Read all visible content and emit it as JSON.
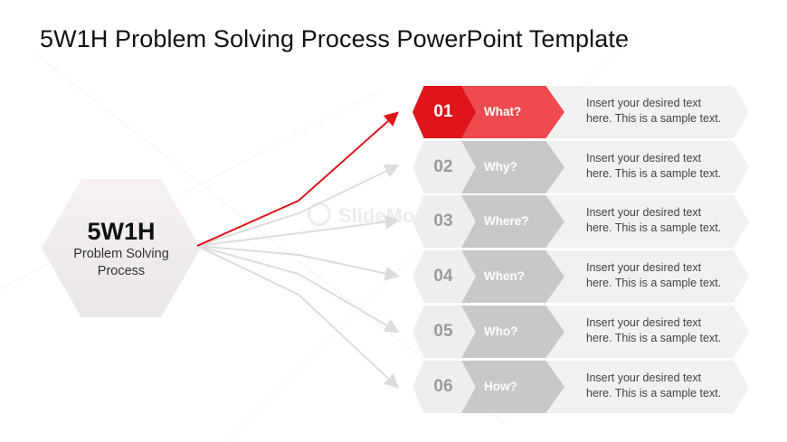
{
  "title": "5W1H Problem Solving Process PowerPoint Template",
  "center": {
    "title": "5W1H",
    "subtitle_line1": "Problem Solving",
    "subtitle_line2": "Process"
  },
  "watermark": "SlideModel",
  "colors": {
    "accent": "#e0141c",
    "accent_light": "#ee4a4f",
    "inactive_num": "#eeeeee",
    "inactive_question": "#c8c8c8",
    "desc_bg": "#f1f1f1"
  },
  "steps": [
    {
      "num": "01",
      "question": "What?",
      "line1": "Insert your desired text",
      "line2": "here. This is a sample text.",
      "active": true
    },
    {
      "num": "02",
      "question": "Why?",
      "line1": "Insert your desired text",
      "line2": "here. This is a sample text.",
      "active": false
    },
    {
      "num": "03",
      "question": "Where?",
      "line1": "Insert your desired text",
      "line2": "here. This is a sample text.",
      "active": false
    },
    {
      "num": "04",
      "question": "When?",
      "line1": "Insert your desired text",
      "line2": "here. This is a sample text.",
      "active": false
    },
    {
      "num": "05",
      "question": "Who?",
      "line1": "Insert your desired text",
      "line2": "here. This is a sample text.",
      "active": false
    },
    {
      "num": "06",
      "question": "How?",
      "line1": "Insert your desired text",
      "line2": "here. This is a sample text.",
      "active": false
    }
  ]
}
